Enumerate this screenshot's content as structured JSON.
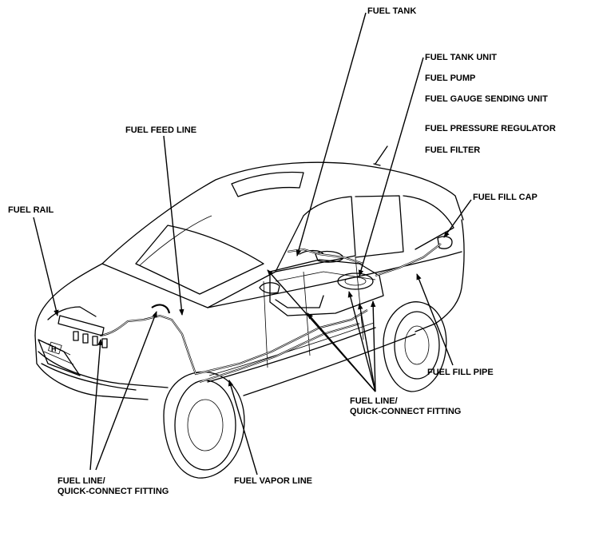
{
  "diagram": {
    "labels": {
      "fuel_tank": "FUEL TANK",
      "fuel_tank_unit": "FUEL TANK UNIT",
      "fuel_pump": "FUEL PUMP",
      "fuel_gauge_sending_unit": "FUEL GAUGE SENDING UNIT",
      "fuel_pressure_regulator": "FUEL PRESSURE REGULATOR",
      "fuel_filter": "FUEL FILTER",
      "fuel_feed_line": "FUEL FEED LINE",
      "fuel_rail": "FUEL RAIL",
      "fuel_fill_cap": "FUEL FILL CAP",
      "fuel_fill_pipe": "FUEL FILL PIPE",
      "fuel_line_rear_1": "FUEL LINE/",
      "fuel_line_rear_2": "QUICK-CONNECT FITTING",
      "fuel_line_front_1": "FUEL LINE/",
      "fuel_line_front_2": "QUICK-CONNECT FITTING",
      "fuel_vapor_line": "FUEL VAPOR LINE"
    }
  }
}
